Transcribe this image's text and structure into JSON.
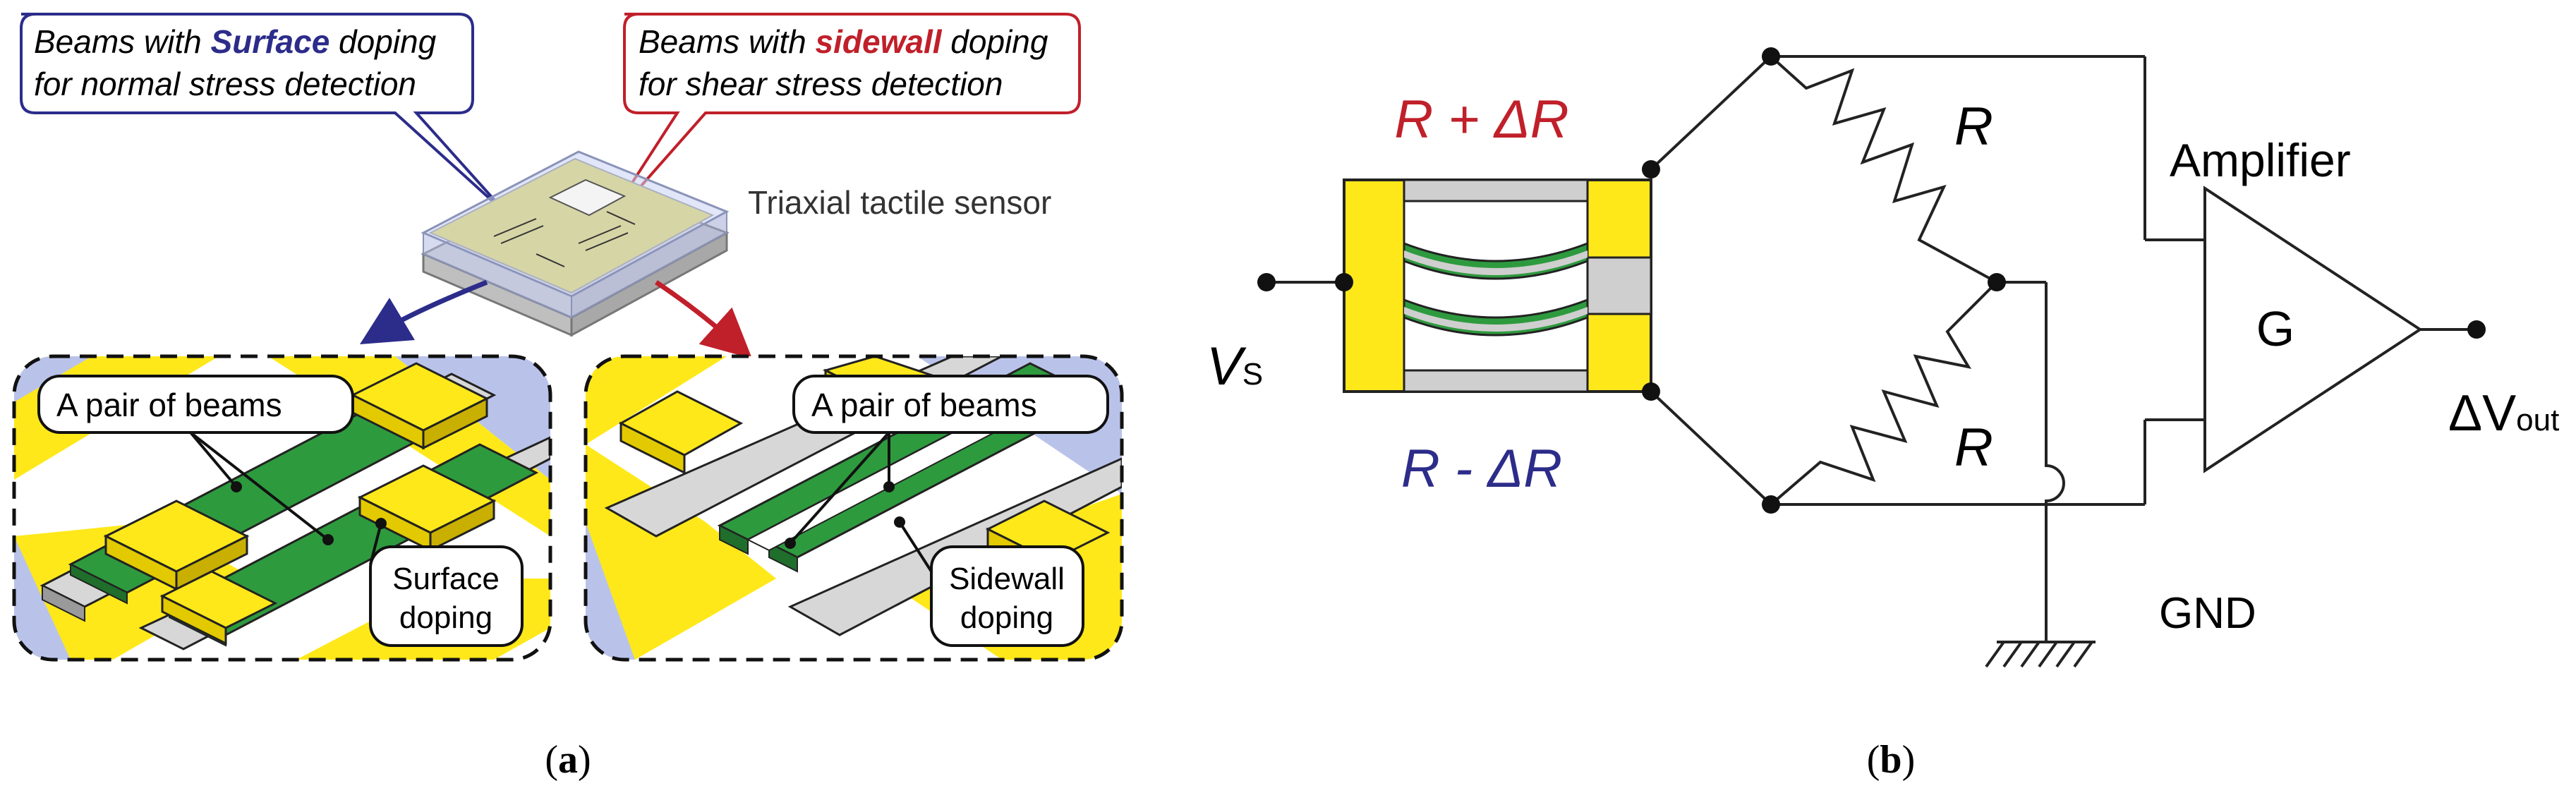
{
  "panel_a": {
    "callout_surface": {
      "line1_prefix": "Beams with ",
      "line1_emph": "Surface",
      "line1_suffix": " doping",
      "line2": "for normal stress detection"
    },
    "callout_sidewall": {
      "line1_prefix": "Beams with ",
      "line1_emph": "sidewall",
      "line1_suffix": " doping",
      "line2": "for shear stress detection"
    },
    "sensor_label": "Triaxial tactile sensor",
    "left_detail": {
      "pair_label": "A pair of beams",
      "doping_line1": "Surface",
      "doping_line2": "doping"
    },
    "right_detail": {
      "pair_label": "A pair of beams",
      "doping_line1": "Sidewall",
      "doping_line2": "doping"
    },
    "caption": {
      "open": "(",
      "letter": "a",
      "close": ")"
    }
  },
  "panel_b": {
    "label_r_plus": "R + ΔR",
    "label_r_minus": "R - ΔR",
    "label_r_top": "R",
    "label_r_bottom": "R",
    "vs_main": "V",
    "vs_sub": "S",
    "amplifier_label": "Amplifier",
    "gain_label": "G",
    "output_delta": "ΔV",
    "output_sub": "out",
    "gnd_label": "GND",
    "caption": {
      "open": "(",
      "letter": "b",
      "close": ")"
    }
  },
  "colors": {
    "surface_blue": "#2c2c8a",
    "sidewall_red": "#c0202a",
    "beam_yellow": "#ffe81a",
    "doping_green": "#2e9a3e",
    "frame_blue": "#b9c3ea"
  }
}
